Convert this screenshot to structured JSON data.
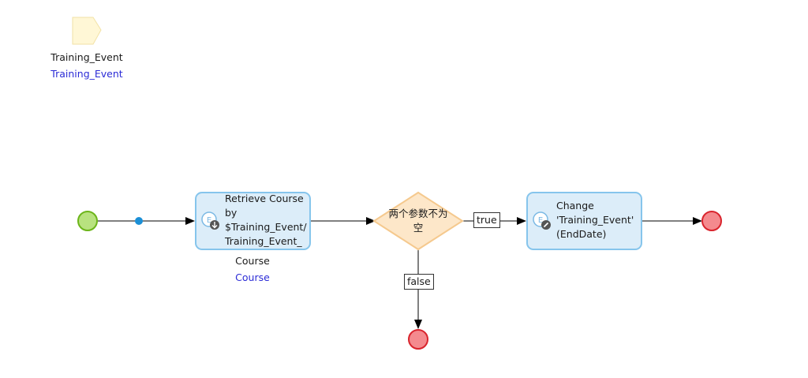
{
  "colors": {
    "start_fill": "#b8e27f",
    "start_stroke": "#6cb51a",
    "end_fill": "#f48a8e",
    "end_stroke": "#d9242d",
    "activity_fill": "#dcedf9",
    "activity_stroke": "#86c5ec",
    "decision_fill": "#fde7c9",
    "decision_stroke": "#f5c98e",
    "parameter_fill": "#fff7d6",
    "parameter_stroke": "#f2e2a6",
    "dot_color": "#1b8fd6",
    "line_color": "#000000",
    "type_text": "#2b2bd6"
  },
  "parameter": {
    "name": "Training_Event",
    "type": "Training_Event",
    "icon": "parameter-icon"
  },
  "retrieve_activity": {
    "lines": [
      "Retrieve Course",
      "by",
      "$Training_Event/",
      "Training_Event_"
    ],
    "output_name": "Course",
    "output_type": "Course",
    "icon": "retrieve-icon"
  },
  "decision": {
    "lines": [
      "两个参数不为",
      "空"
    ]
  },
  "flows": {
    "true_label": "true",
    "false_label": "false"
  },
  "change_activity": {
    "lines": [
      "Change",
      "'Training_Event'",
      "(EndDate)"
    ],
    "icon": "change-icon"
  }
}
